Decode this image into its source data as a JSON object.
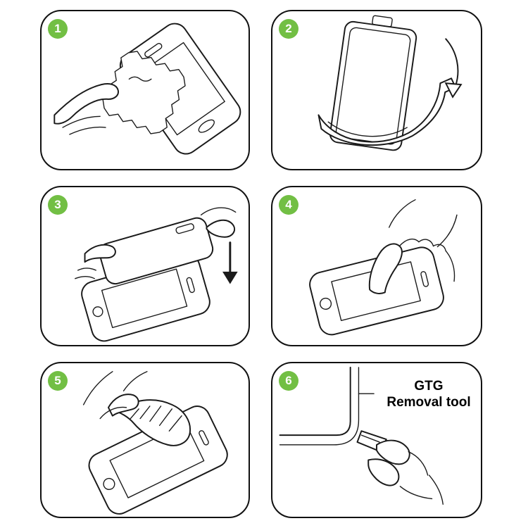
{
  "meta": {
    "description": "Six-step screen protector installation instruction sheet",
    "badge_color": "#72bf44",
    "line_color": "#1a1a1a",
    "background": "#ffffff"
  },
  "steps": [
    {
      "number": "1",
      "name": "clean-the-screen-with-cloth"
    },
    {
      "number": "2",
      "name": "peel-back-film-from-protector"
    },
    {
      "number": "3",
      "name": "align-and-lower-protector-onto-phone"
    },
    {
      "number": "4",
      "name": "press-screen-to-adhere"
    },
    {
      "number": "5",
      "name": "peel-off-top-layer"
    },
    {
      "number": "6",
      "name": "use-removal-tool-at-corner",
      "label": {
        "line1": "GTG",
        "line2": "Removal tool"
      }
    }
  ]
}
